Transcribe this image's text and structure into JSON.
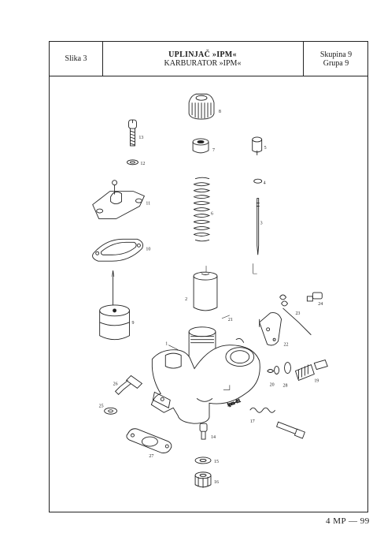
{
  "header": {
    "figure": "Slika 3",
    "title_line1": "UPLINJAČ »IPM«",
    "title_line2": "KARBURATOR »IPM«",
    "group_line1": "Skupina 9",
    "group_line2": "Grupa 9"
  },
  "parts": [
    "1",
    "2",
    "3",
    "4",
    "5",
    "6",
    "7",
    "8",
    "9",
    "10",
    "11",
    "12",
    "13",
    "14",
    "15",
    "16",
    "17",
    "19",
    "20",
    "21",
    "22",
    "23",
    "24",
    "25",
    "26",
    "27",
    "28"
  ],
  "page_code": "4 MP — 99"
}
